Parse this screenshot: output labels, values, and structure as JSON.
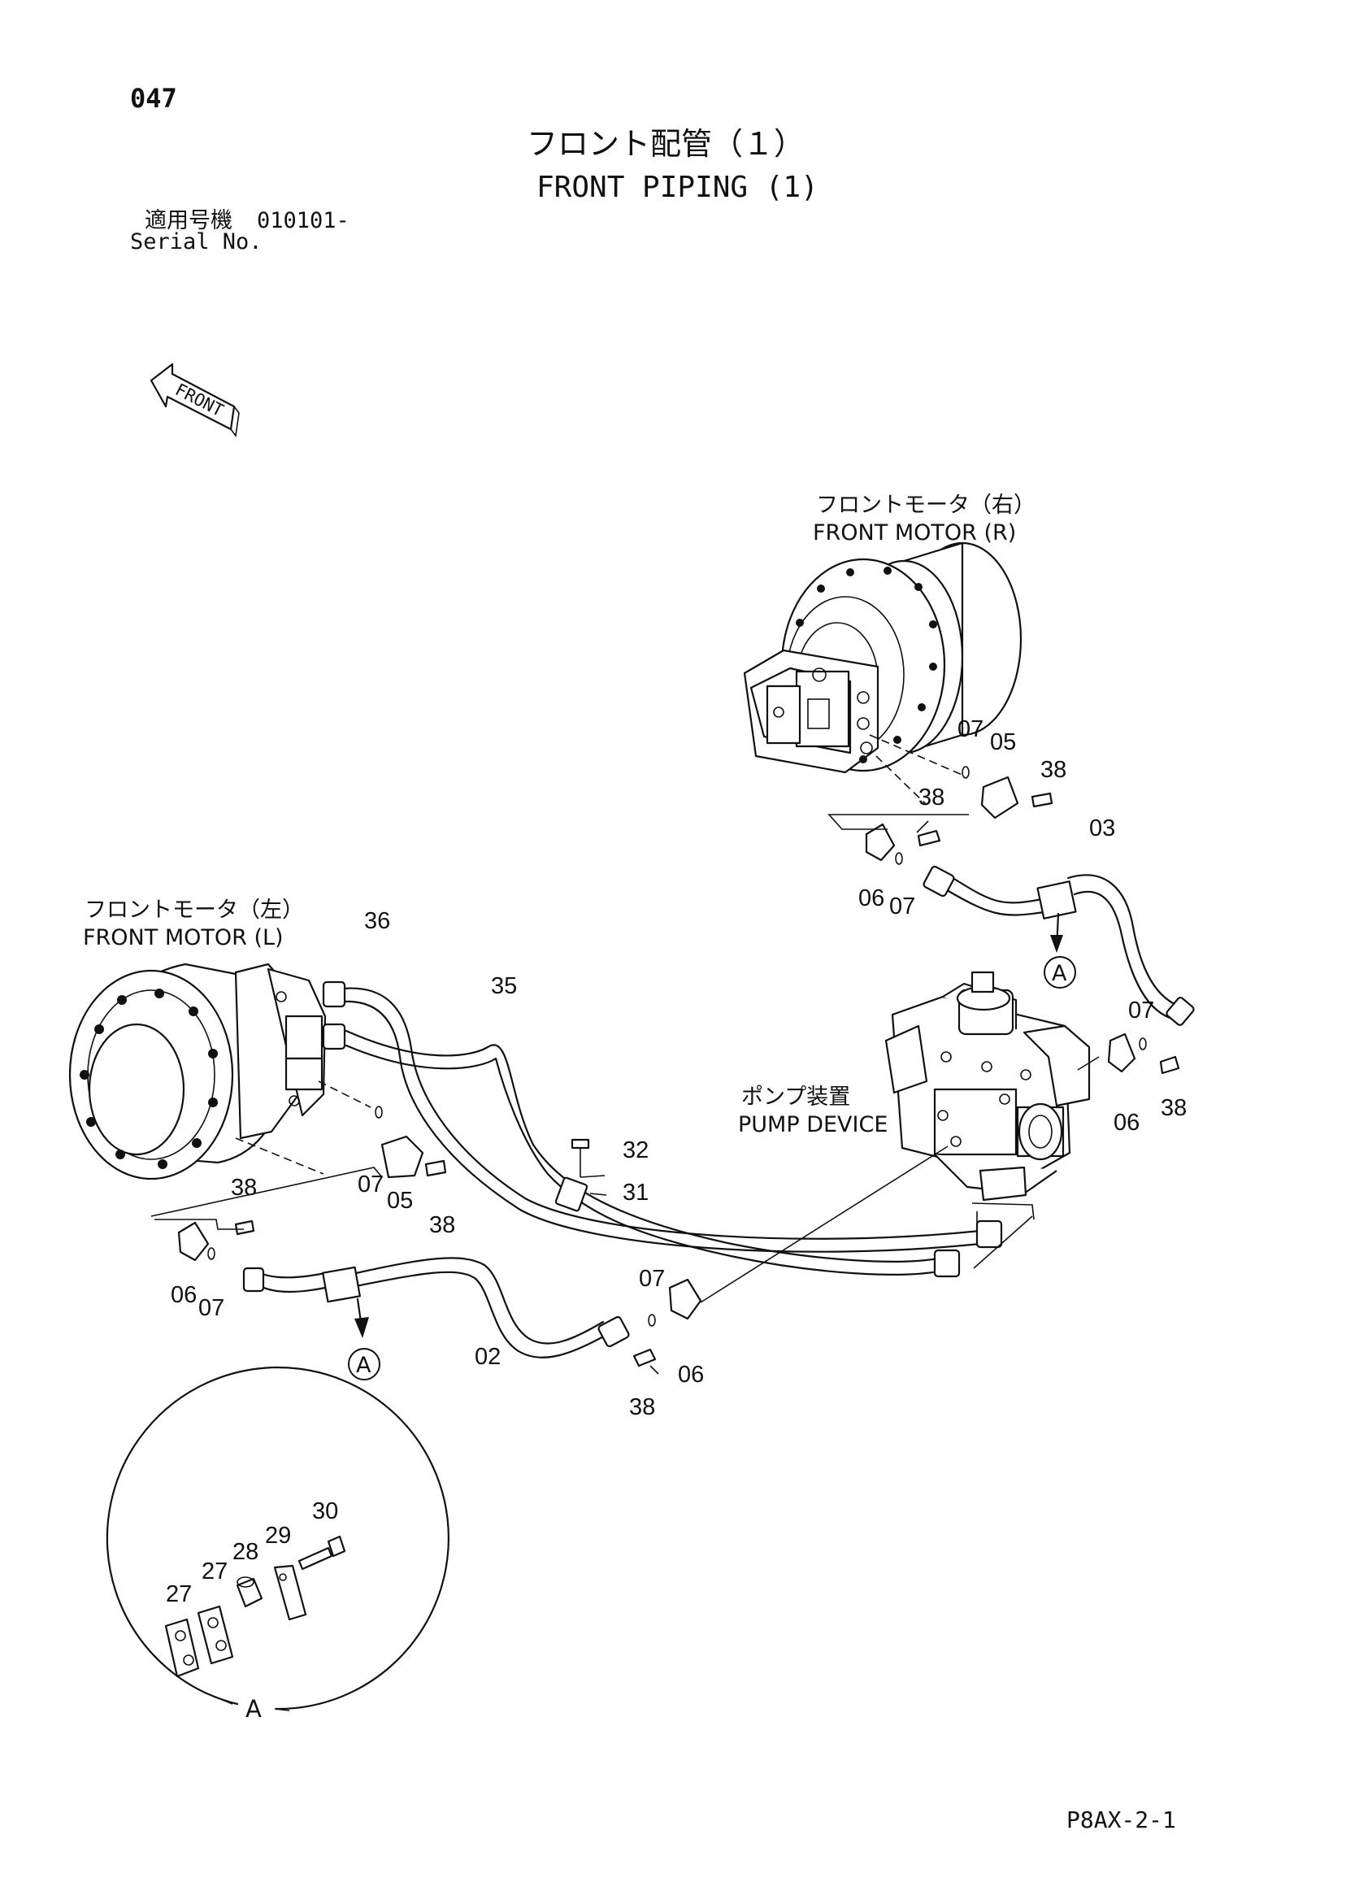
{
  "header": {
    "page_number": "047",
    "title_jp": "フロント配管（１）",
    "title_en": "FRONT PIPING (1)",
    "serial_label_jp": "適用号機",
    "serial_value": "010101-",
    "serial_label_en": "Serial No."
  },
  "direction": {
    "label": "FRONT"
  },
  "components": {
    "front_motor_right_jp": "フロントモータ（右）",
    "front_motor_right_en": "FRONT MOTOR (R)",
    "front_motor_left_jp": "フロントモータ（左）",
    "front_motor_left_en": "FRONT MOTOR (L)",
    "pump_device_jp": "ポンプ装置",
    "pump_device_en": "PUMP DEVICE"
  },
  "detail": {
    "ref_label": "A"
  },
  "callouts": [
    "07",
    "05",
    "38",
    "38",
    "03",
    "06",
    "07",
    "36",
    "35",
    "07",
    "06",
    "38",
    "32",
    "31",
    "07",
    "05",
    "38",
    "38",
    "06",
    "07",
    "02",
    "07",
    "06",
    "38",
    "30",
    "29",
    "28",
    "27",
    "27"
  ],
  "footer": {
    "code": "P8AX-2-1"
  }
}
